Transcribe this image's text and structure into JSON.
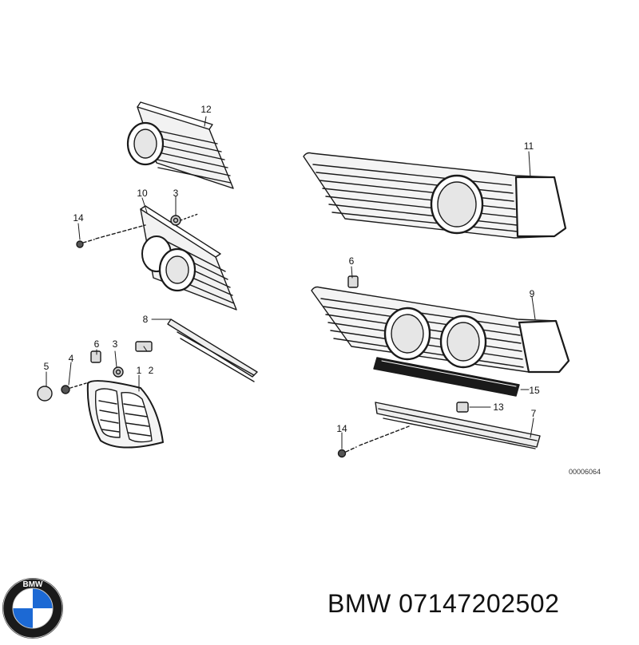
{
  "diagram": {
    "callouts": {
      "c1": "1",
      "c2": "2",
      "c3a": "3",
      "c3b": "3",
      "c4": "4",
      "c5": "5",
      "c6a": "6",
      "c6b": "6",
      "c7": "7",
      "c8": "8",
      "c9": "9",
      "c10": "10",
      "c11": "11",
      "c12": "12",
      "c13": "13",
      "c14a": "14",
      "c14b": "14",
      "c15": "15"
    },
    "drawing_id": "00006064"
  },
  "logo": {
    "letters": "BMW",
    "colors": {
      "blue": "#1c69d4",
      "ring": "#1a1a1a",
      "white": "#ffffff"
    }
  },
  "caption": {
    "brand": "BMW",
    "part_number": "07147202502"
  }
}
